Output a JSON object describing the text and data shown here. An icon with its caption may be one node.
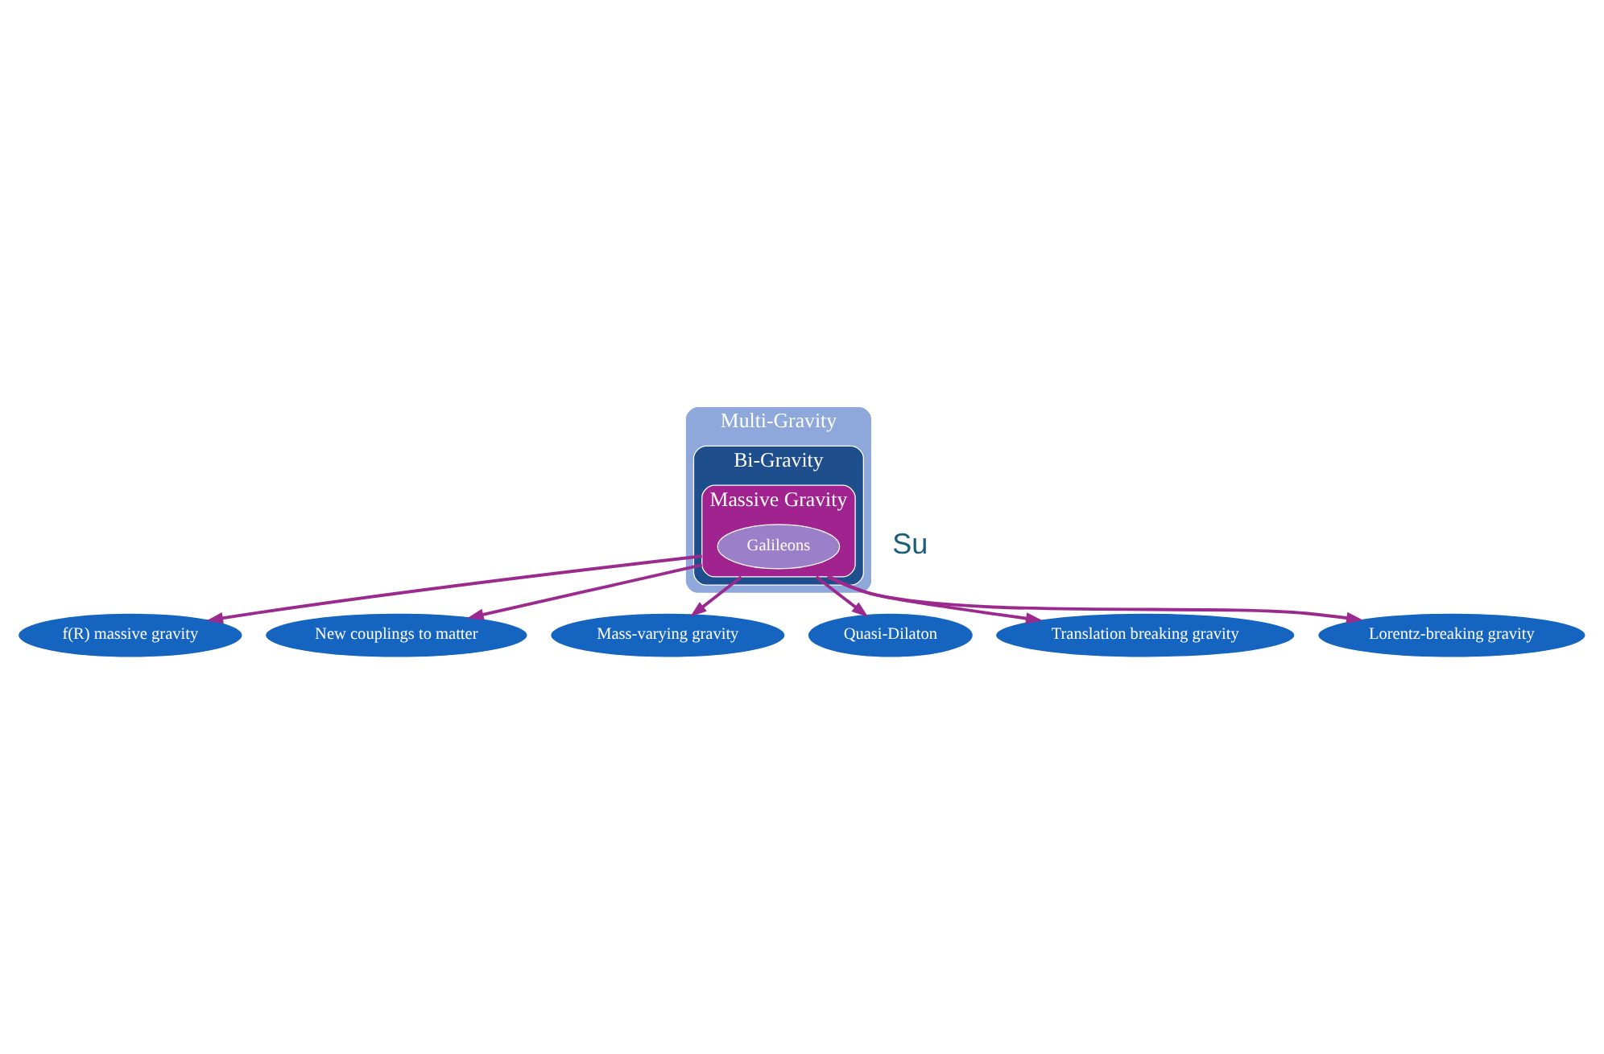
{
  "diagram": {
    "nodes": [
      {
        "text": [
          "Multi-Gravity"
        ]
      },
      {
        "text": [
          "Bi-Gravity"
        ],
        "in": 0
      },
      {
        "text": [
          "Massive Gravity"
        ],
        "in": 1
      },
      {
        "text": [
          "Galileons"
        ],
        "in": 2
      },
      {
        "text": [
          "f(R) massive gravity"
        ]
      },
      {
        "text": [
          "New couplings to matter"
        ]
      },
      {
        "text": [
          "Mass-varying gravity"
        ]
      },
      {
        "text": [
          "Quasi-Dilaton"
        ]
      },
      {
        "text": [
          "Translation breaking gravity"
        ]
      },
      {
        "text": [
          "Lorentz-breaking gravity"
        ]
      }
    ],
    "edges": [
      {
        "from": 2,
        "to": 4,
        "arrow": "to"
      },
      {
        "from": 2,
        "to": 5,
        "arrow": "to"
      },
      {
        "from": 2,
        "to": 6,
        "arrow": "to"
      },
      {
        "from": 2,
        "to": 7,
        "arrow": "to"
      },
      {
        "from": 2,
        "to": 8,
        "arrow": "to"
      },
      {
        "from": 2,
        "to": 9,
        "arrow": "to"
      }
    ],
    "labels": [
      "Su"
    ]
  }
}
